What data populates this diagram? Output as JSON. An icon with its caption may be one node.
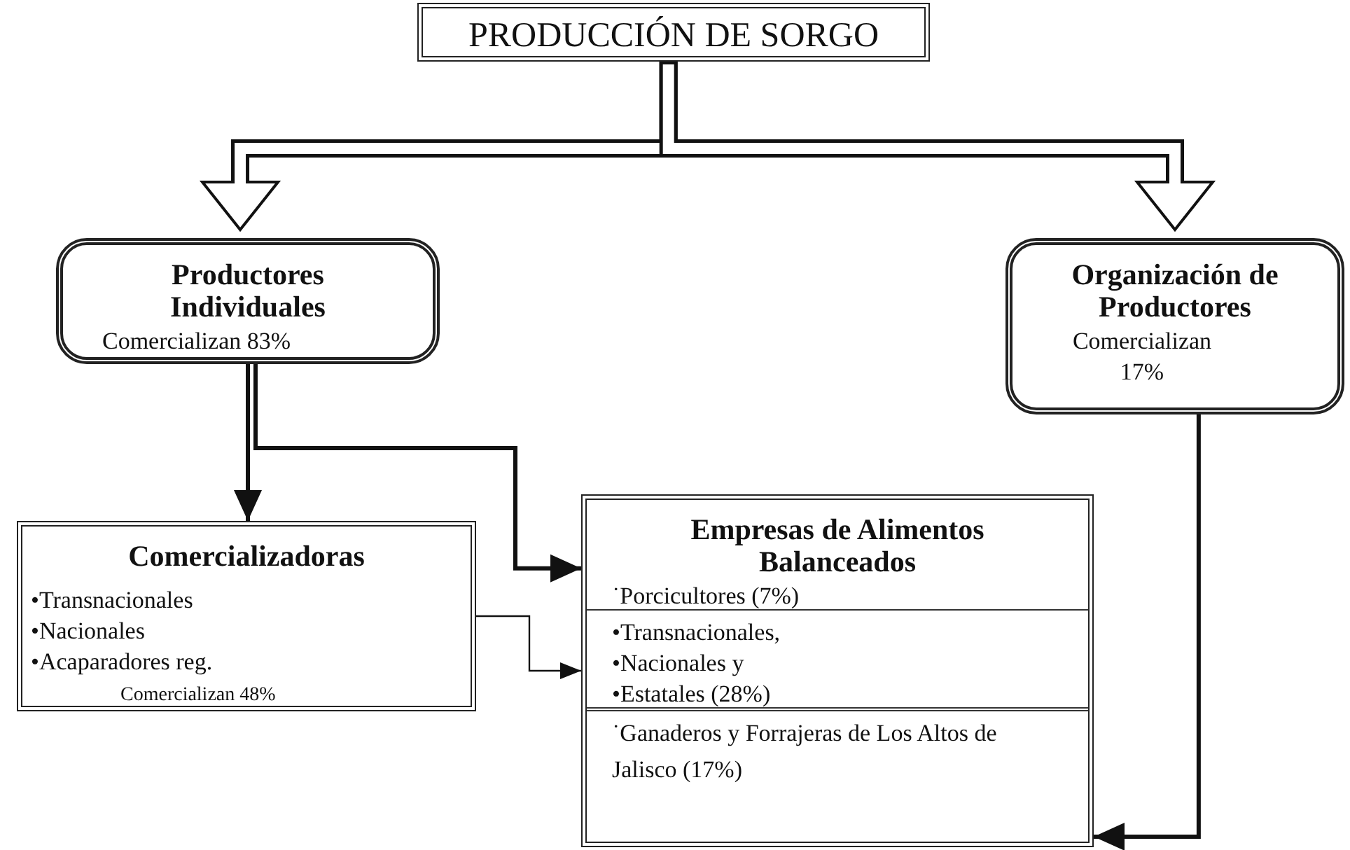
{
  "diagram": {
    "nodes": [
      {
        "text": [
          "PRODUCCIÓN DE SORGO"
        ]
      },
      {
        "text": [
          "Productores Individuales",
          "Comercializan 83%"
        ]
      },
      {
        "text": [
          "Organización de Productores",
          "Comercializan 17%"
        ]
      },
      {
        "text": [
          "Comercializadoras",
          "•Transnacionales",
          "•Nacionales",
          "•Acaparadores reg.",
          "Comercializan 48%"
        ]
      },
      {
        "text": [
          "Empresas de Alimentos Balanceados",
          "˙Porcicultores (7%)",
          "•Transnacionales,",
          "•Nacionales y",
          "•Estatales (28%)",
          "˙Ganaderos y Forrajeras de Los Altos de Jalisco (17%)"
        ]
      }
    ],
    "edges": [
      {
        "from": 0,
        "to": 1,
        "arrow": "to",
        "style": "thick"
      },
      {
        "from": 0,
        "to": 2,
        "arrow": "to",
        "style": "thick"
      },
      {
        "from": 1,
        "to": 3,
        "arrow": "to"
      },
      {
        "from": 1,
        "to": 4,
        "arrow": "to"
      },
      {
        "from": 3,
        "to": 4,
        "arrow": "to"
      },
      {
        "from": 2,
        "to": 4,
        "arrow": "to"
      }
    ]
  }
}
